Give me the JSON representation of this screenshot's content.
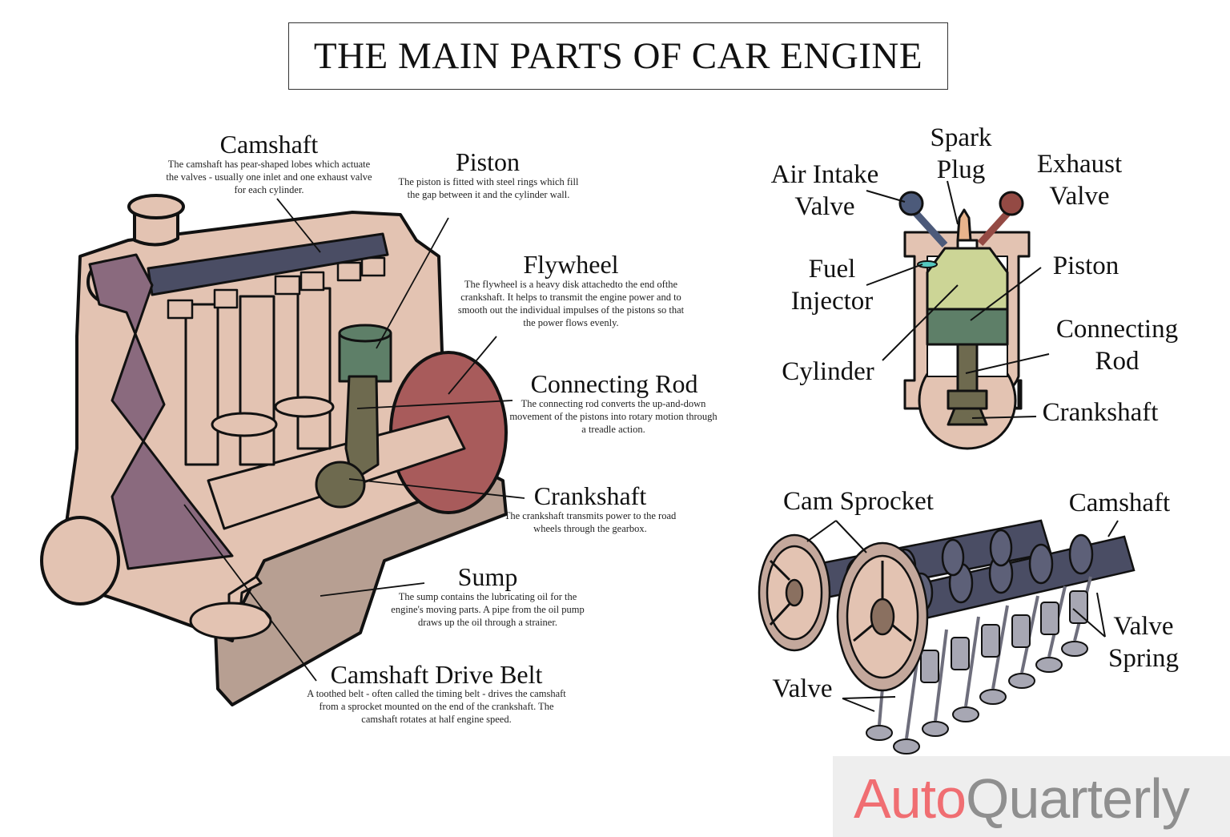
{
  "title": "THE MAIN PARTS OF CAR ENGINE",
  "engine_labels": [
    {
      "heading": "Camshaft",
      "desc": "The camshaft has pear-shaped lobes which actuate the valves - usually one inlet and one exhaust valve for each cylinder."
    },
    {
      "heading": "Piston",
      "desc": "The piston is fitted with steel rings which fill the gap between it and the cylinder wall."
    },
    {
      "heading": "Flywheel",
      "desc": "The flywheel is a heavy disk attachedto the end ofthe crankshaft. It helps to transmit the engine power and to smooth out the individual impulses of the pistons so that the power flows evenly."
    },
    {
      "heading": "Connecting Rod",
      "desc": "The connecting rod converts the up-and-down movement of the pistons into rotary motion through a treadle action."
    },
    {
      "heading": "Crankshaft",
      "desc": "The crankshaft transmits power to the road wheels through the gearbox."
    },
    {
      "heading": "Sump",
      "desc": "The sump contains the lubricating oil for the engine's moving parts. A pipe from the oil pump draws up the oil through a strainer."
    },
    {
      "heading": "Camshaft Drive Belt",
      "desc": "A toothed belt - often called the timing belt - drives the camshaft from a sprocket mounted on the end of the crankshaft. The camshaft rotates at half engine speed."
    }
  ],
  "cylinder_labels": {
    "spark_plug": [
      "Spark",
      "Plug"
    ],
    "air_intake_valve": [
      "Air Intake",
      "Valve"
    ],
    "exhaust_valve": [
      "Exhaust",
      "Valve"
    ],
    "fuel_injector": [
      "Fuel",
      "Injector"
    ],
    "piston": "Piston",
    "connecting_rod": [
      "Connecting",
      "Rod"
    ],
    "cylinder": "Cylinder",
    "crankshaft": "Crankshaft"
  },
  "valvetrain_labels": {
    "cam_sprocket": "Cam Sprocket",
    "camshaft": "Camshaft",
    "valve_spring": [
      "Valve",
      "Spring"
    ],
    "valve": "Valve"
  },
  "logo": {
    "part1": "Auto",
    "part2": "Quarterly"
  },
  "colors": {
    "engine_body": "#e3c3b2",
    "belt": "#8a6a7e",
    "camshaft_bar": "#4a4d64",
    "piston": "#5e7f68",
    "rod": "#6e6a4f",
    "flywheel": "#a85b5b",
    "sump": "#b79f92",
    "intake_valve": "#4c5a7a",
    "exhaust_valve": "#944a44",
    "combustion": "#ccd596",
    "logo_red": "#f06e72",
    "logo_gray": "#8f8f8f"
  }
}
